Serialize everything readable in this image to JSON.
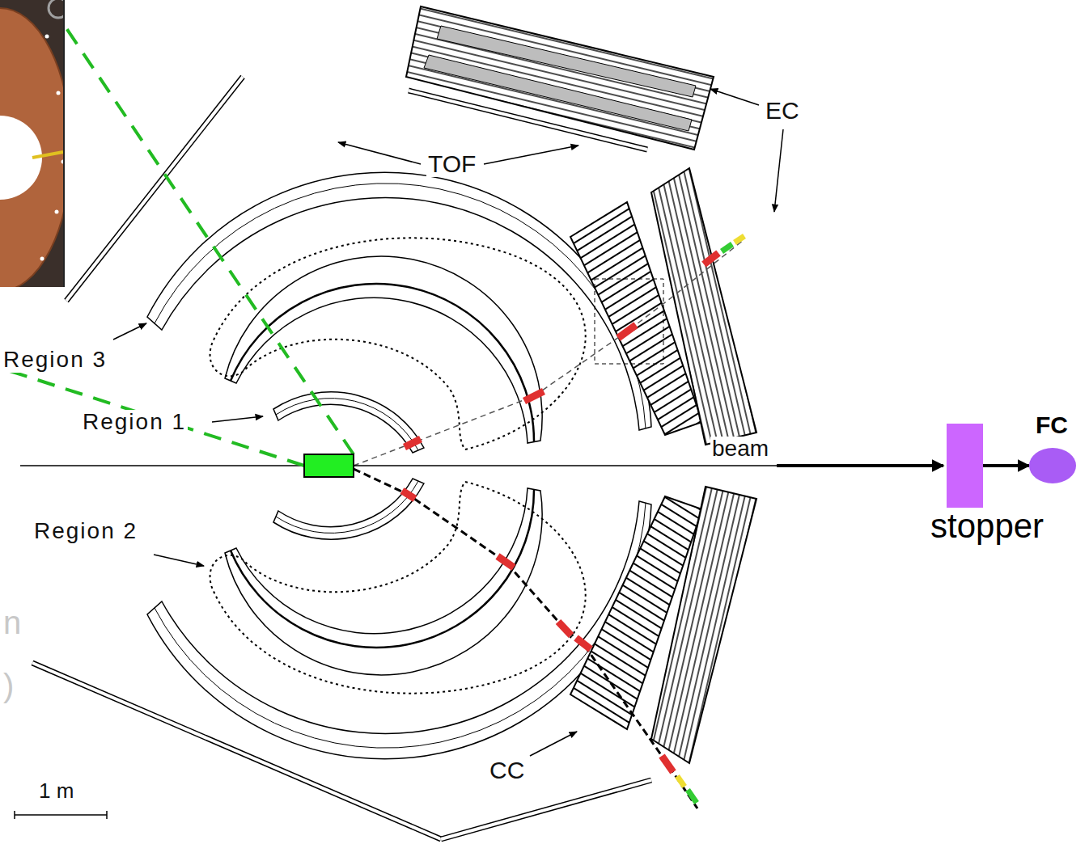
{
  "diagram": {
    "nodes": [
      {
        "text": [
          "stopper"
        ]
      },
      {
        "text": [
          "FC"
        ]
      }
    ],
    "edges": [
      {
        "from": 0,
        "to": 1,
        "arrow": "to"
      }
    ],
    "labels": [
      "TOF",
      "EC",
      "Region 3",
      "Region 1",
      "beam",
      "Region 2",
      "n",
      ")",
      "CC",
      "1 m"
    ]
  }
}
